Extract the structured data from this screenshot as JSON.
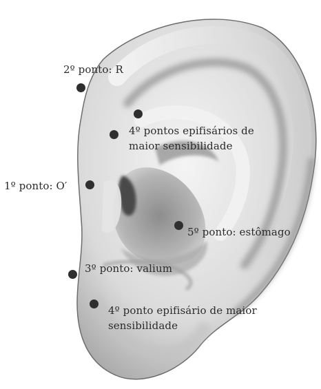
{
  "labels": {
    "p2": "2º ponto: R",
    "p4a_line1": "4º pontos epifisários de",
    "p4a_line2": "maior sensibilidade",
    "p1": "1º ponto: O′",
    "p5": "5º ponto: estômago",
    "p3": "3º ponto: valium",
    "p4b_line1": "4º ponto epifisário de maior",
    "p4b_line2": "sensibilidade"
  },
  "colors": {
    "point": "#2f2f2f",
    "text": "#2b2b2b",
    "ear_light": "#f2f2f2",
    "ear_shadow": "#7a7a7a"
  }
}
